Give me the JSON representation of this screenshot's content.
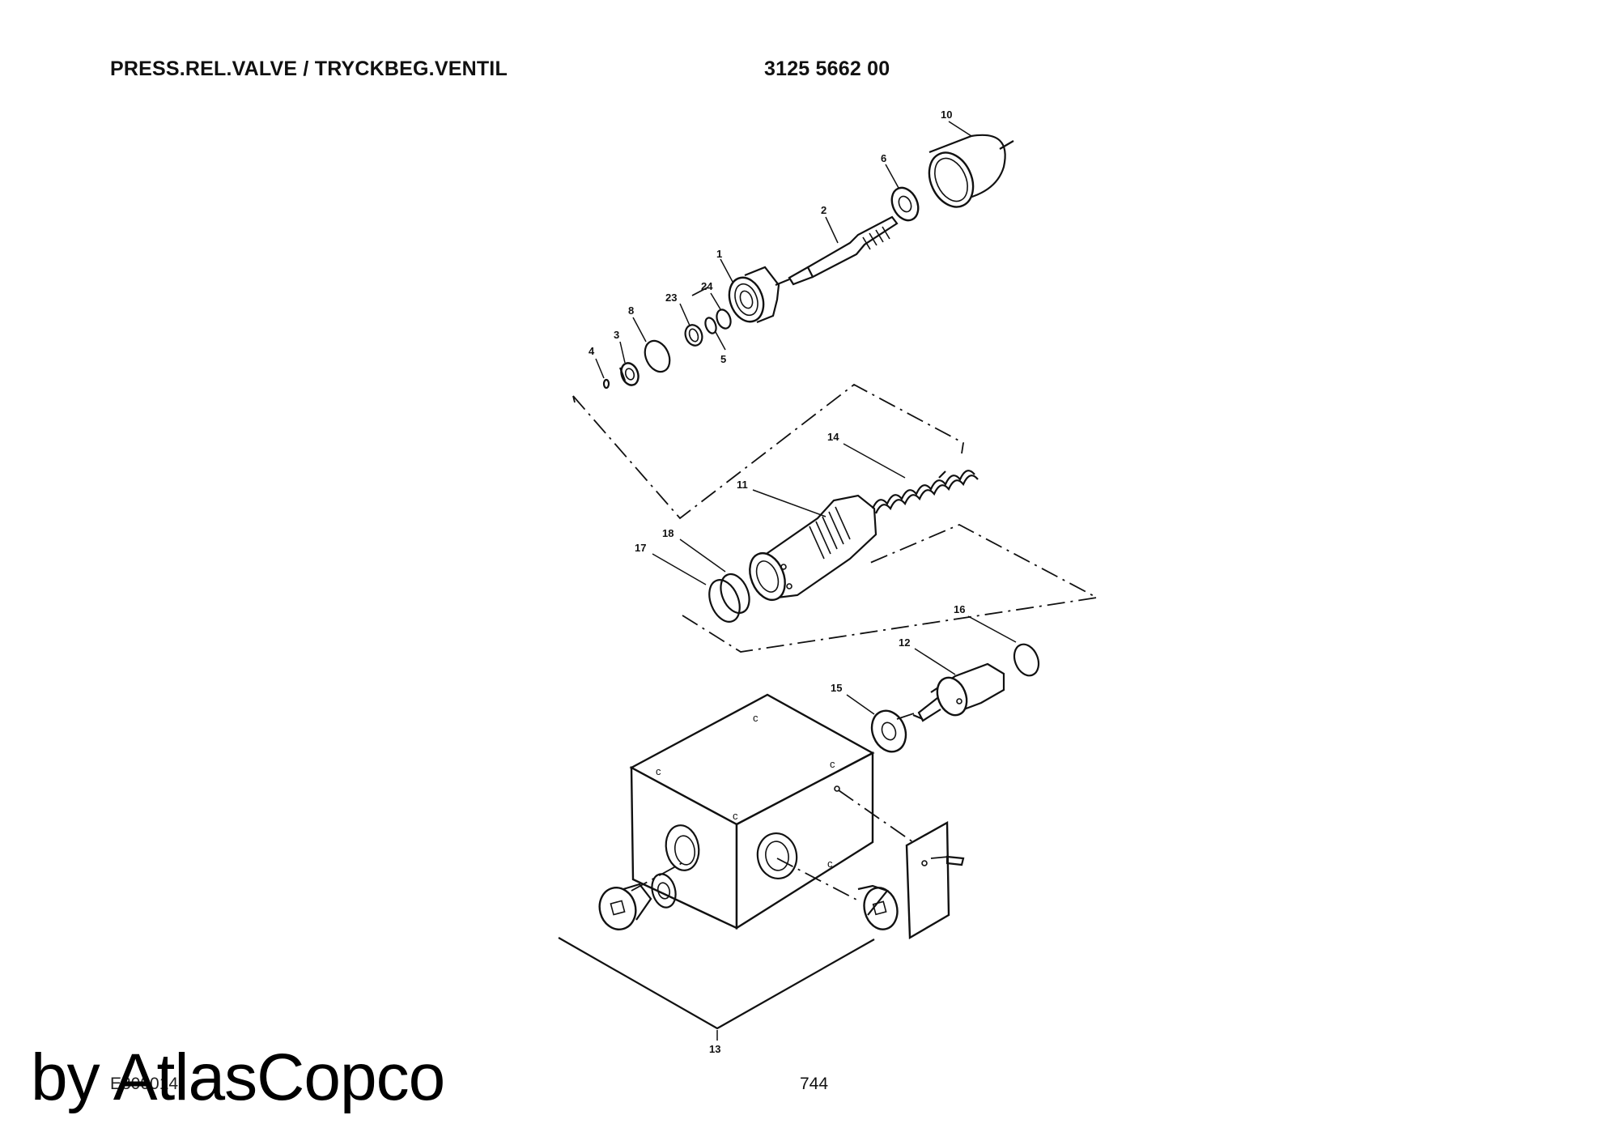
{
  "header": {
    "title": "PRESS.REL.VALVE / TRYCKBEG.VENTIL",
    "part_number": "3125 5662 00"
  },
  "drawing": {
    "callouts": [
      "1",
      "2",
      "3",
      "4",
      "5",
      "6",
      "8",
      "10",
      "11",
      "12",
      "13",
      "14",
      "15",
      "16",
      "17",
      "18",
      "23",
      "24"
    ],
    "port_marks": "c"
  },
  "footer": {
    "drawing_ref": "E300014",
    "page_number": "744"
  },
  "watermark": "by AtlasCopco"
}
